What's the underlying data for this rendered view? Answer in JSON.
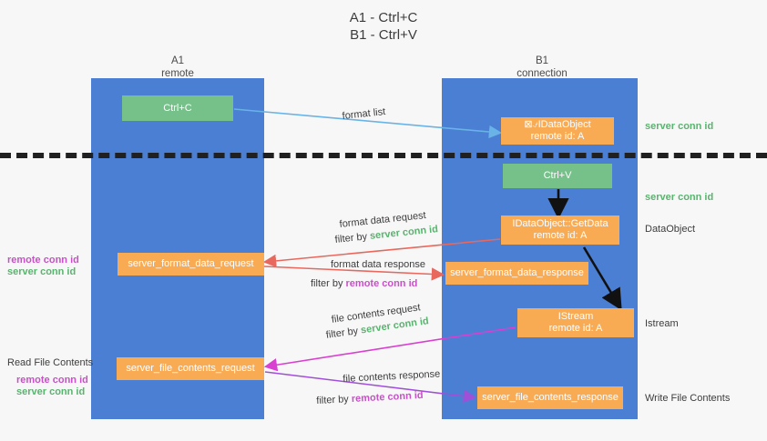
{
  "title": {
    "line1": "A1 - Ctrl+C",
    "line2": "B1 - Ctrl+V"
  },
  "columns": [
    {
      "name": "A1",
      "sub": "remote"
    },
    {
      "name": "B1",
      "sub": "connection"
    }
  ],
  "nodes": {
    "ctrl_c": "Ctrl+C",
    "ctrl_v": "Ctrl+V",
    "idataobject_title": "⊠⍻IDataObject",
    "idataobject_sub": "remote id: A",
    "getdata_title": "IDataObject::GetData",
    "getdata_sub": "remote id: A",
    "istream_title": "IStream",
    "istream_sub": "remote id: A",
    "server_format_data_request": "server_format_data_request",
    "server_format_data_response": "server_format_data_response",
    "server_file_contents_request": "server_file_contents_request",
    "server_file_contents_response": "server_file_contents_response"
  },
  "edge_labels": {
    "format_list": "format list",
    "format_data_request": "format data request",
    "format_data_response": "format data response",
    "file_contents_request": "file contents request",
    "file_contents_response": "file contents response",
    "filter_by": "filter by "
  },
  "conn_ids": {
    "server": "server conn id",
    "remote": "remote conn id"
  },
  "right_labels": {
    "server_conn_id_top": "server conn id",
    "server_conn_id_mid": "server conn id",
    "dataobject": "DataObject",
    "istream": "Istream",
    "write_file_contents": "Write File Contents"
  },
  "left_labels": {
    "read_file_contents": "Read File Contents"
  },
  "colors": {
    "lane": "#4a7fd4",
    "green_node": "#76c08a",
    "orange_node": "#f9ab54",
    "server_conn_id": "#58b46e",
    "remote_conn_id": "#c850c8",
    "arrow_blue": "#69b3e7",
    "arrow_red": "#e8685d",
    "arrow_magenta": "#d93fd0",
    "arrow_purple": "#a04fd8",
    "arrow_black": "#111111",
    "divider": "#202020",
    "background": "#f7f7f7"
  }
}
